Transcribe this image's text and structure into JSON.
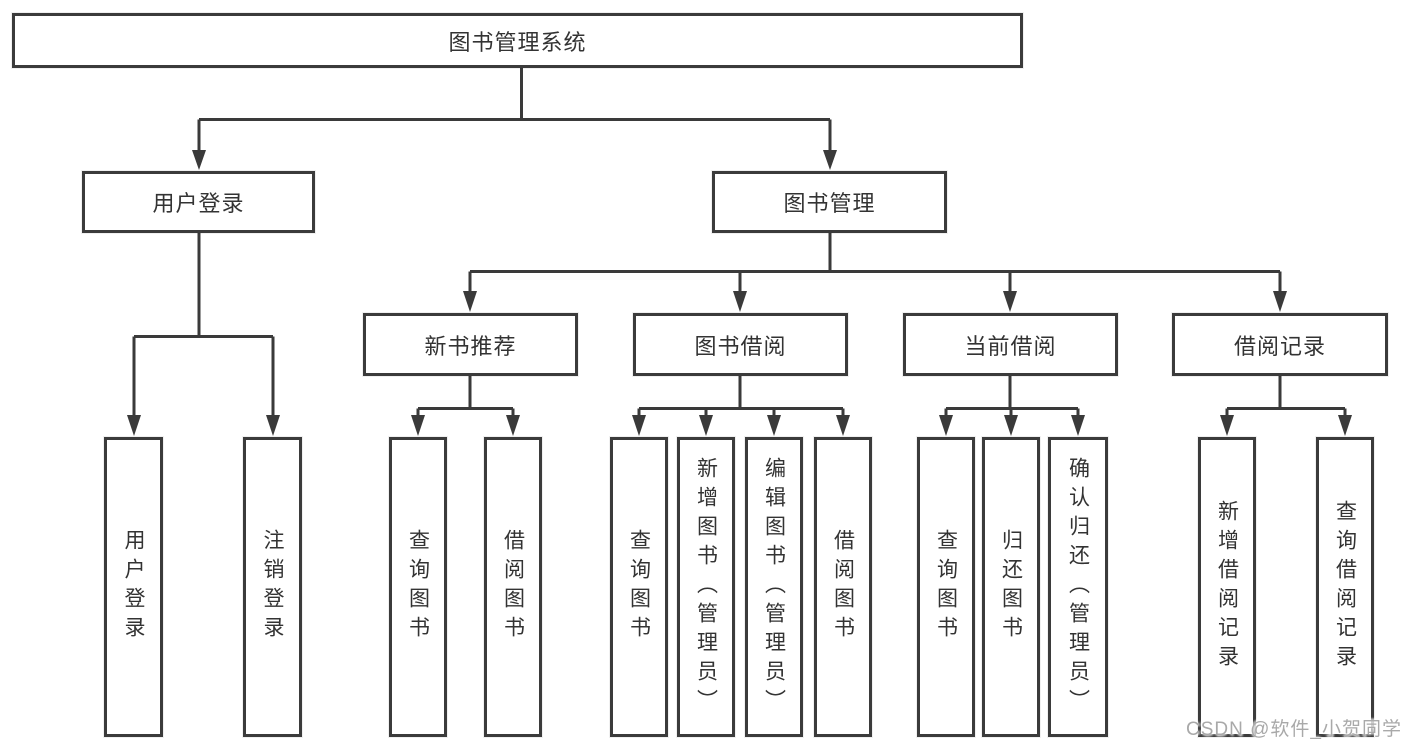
{
  "diagram": {
    "title": "图书管理系统",
    "root": {
      "label": "图书管理系统"
    },
    "level2": [
      {
        "label": "用户登录"
      },
      {
        "label": "图书管理"
      }
    ],
    "level3": [
      {
        "label": "新书推荐"
      },
      {
        "label": "图书借阅"
      },
      {
        "label": "当前借阅"
      },
      {
        "label": "借阅记录"
      }
    ],
    "leaves": [
      {
        "label": "用户登录"
      },
      {
        "label": "注销登录"
      },
      {
        "label": "查询图书"
      },
      {
        "label": "借阅图书"
      },
      {
        "label": "查询图书"
      },
      {
        "label": "新增图书（管理员）"
      },
      {
        "label": "编辑图书（管理员）"
      },
      {
        "label": "借阅图书"
      },
      {
        "label": "查询图书"
      },
      {
        "label": "归还图书"
      },
      {
        "label": "确认归还（管理员）"
      },
      {
        "label": "新增借阅记录"
      },
      {
        "label": "查询借阅记录"
      }
    ]
  },
  "watermark": "CSDN @软件_小贺同学",
  "colors": {
    "line": "#3a3a3a",
    "box_border": "#3b3b3b",
    "text": "#333333",
    "watermark": "#a9a9a9",
    "background": "#ffffff"
  }
}
